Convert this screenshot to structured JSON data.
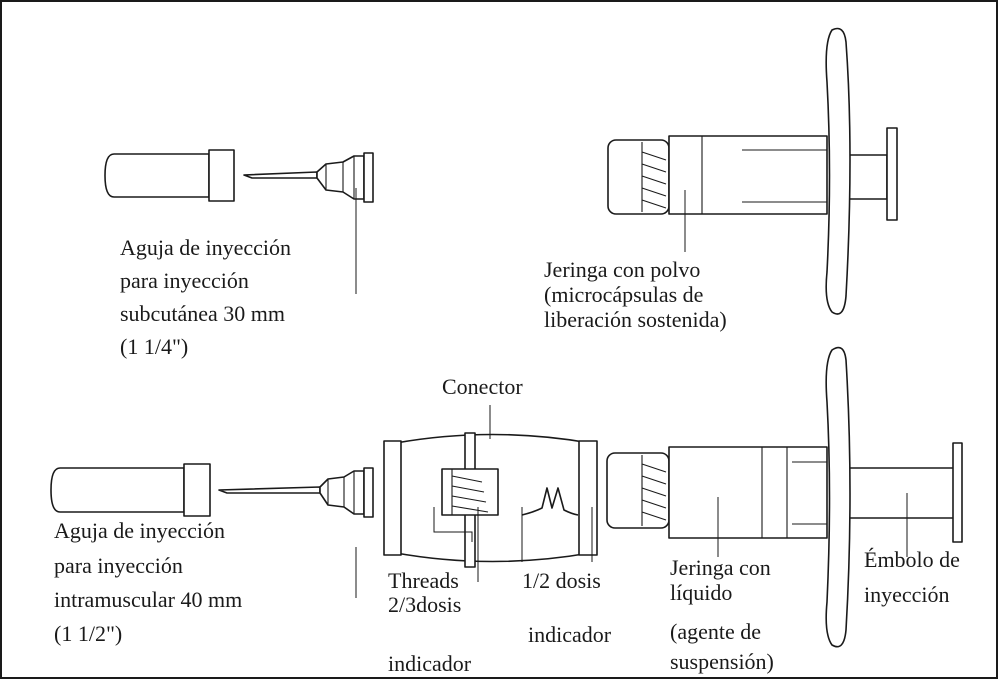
{
  "labels": {
    "needle_subcutaneous": [
      "Aguja de inyección",
      "para inyección",
      "subcutánea 30 mm",
      "(1 1/4\")"
    ],
    "syringe_powder": [
      "Jeringa con polvo",
      "(microcápsulas de",
      "liberación sostenida)"
    ],
    "connector": "Conector",
    "needle_intramuscular": [
      "Aguja de inyección",
      "para inyección",
      "intramuscular 40 mm",
      "(1 1/2\")"
    ],
    "threads": "Threads",
    "dose_two_thirds": "2/3dosis",
    "indicator_left": "indicador",
    "dose_half": "1/2 dosis",
    "indicator_right": "indicador",
    "syringe_liquid": [
      "Jeringa con",
      "líquido",
      "(agente de",
      "suspensión)"
    ],
    "plunger": [
      "Émbolo de",
      "inyección"
    ]
  }
}
